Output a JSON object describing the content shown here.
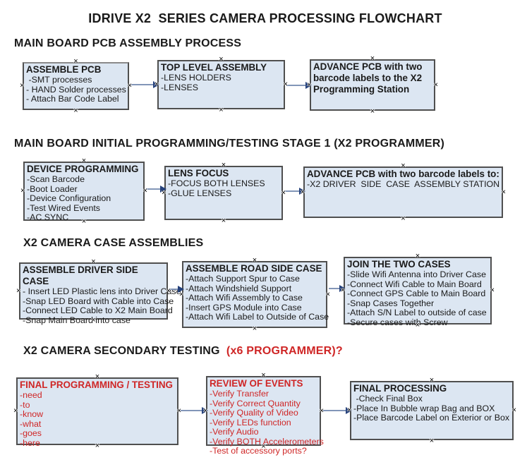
{
  "title": "IDRIVE X2  SERIES CAMERA PROCESSING FLOWCHART",
  "colors": {
    "box_fill": "#dce6f2",
    "box_border": "#4f4f4f",
    "connector_line": "#8296b8",
    "connector_arrowhead": "#26427c",
    "red_text": "#cf2626",
    "black_text": "#1a1a1a"
  },
  "icons": {
    "connection_handle": "×"
  },
  "sections": [
    {
      "header": "MAIN BOARD PCB ASSEMBLY PROCESS",
      "boxes": [
        {
          "title": "ASSEMBLE PCB",
          "items": [
            " -SMT processes",
            "- HAND Solder processes",
            "- Attach Bar Code Label"
          ]
        },
        {
          "title": "TOP LEVEL ASSEMBLY",
          "items": [
            "-LENS HOLDERS",
            "-LENSES"
          ]
        },
        {
          "title": "ADVANCE PCB with two barcode labels to the  X2 Programming Station",
          "items": []
        }
      ]
    },
    {
      "header": "MAIN BOARD INITIAL PROGRAMMING/TESTING STAGE 1 (X2 PROGRAMMER)",
      "boxes": [
        {
          "title": "DEVICE PROGRAMMING",
          "items": [
            "-Scan Barcode",
            "-Boot Loader",
            "-Device Configuration",
            "-Test Wired Events",
            "-AC SYNC"
          ]
        },
        {
          "title": "LENS FOCUS",
          "items": [
            "-FOCUS BOTH LENSES",
            "-GLUE LENSES"
          ]
        },
        {
          "title": "ADVANCE PCB with two barcode labels to:",
          "items": [
            "-X2 DRIVER  SIDE  CASE  ASSEMBLY STATION"
          ]
        }
      ]
    },
    {
      "header": "X2 CAMERA CASE ASSEMBLIES",
      "boxes": [
        {
          "title": "ASSEMBLE DRIVER SIDE CASE",
          "items": [
            "- Insert LED Plastic lens into Driver Case",
            "-Snap LED Board with Cable into Case",
            "-Connect LED Cable to X2 Main Board",
            "-Snap Main Board into case"
          ]
        },
        {
          "title": "ASSEMBLE ROAD SIDE CASE",
          "items": [
            "-Attach Support Spur to Case",
            "-Attach Windshield Support",
            "-Attach Wifi Assembly to Case",
            "-Insert GPS Module into Case",
            "-Attach Wifi Label to Outside of Case"
          ]
        },
        {
          "title": "JOIN THE TWO CASES",
          "items": [
            "-Slide Wifi Antenna into Driver Case",
            "-Connect Wifi Cable to Main Board",
            "-Connect GPS Cable to Main Board",
            "-Snap Cases Together",
            "-Attach S/N Label to outside of case",
            "-Secure cases with Screw"
          ]
        }
      ]
    },
    {
      "header": "X2 CAMERA SECONDARY TESTING ",
      "header_red": " (x6 PROGRAMMER)?",
      "boxes": [
        {
          "title": "FINAL PROGRAMMING / TESTING",
          "items": [
            "-need",
            "-to",
            "-know",
            "-what",
            "-goes",
            "-here"
          ]
        },
        {
          "title": "REVIEW OF EVENTS",
          "items": [
            "-Verify Transfer",
            "-Verify Correct Quantity",
            "-Verify Quality of Video",
            "-Verify LEDs function",
            "-Verify Audio",
            "-Verify BOTH Accelerometers",
            "-Test of accessory ports?"
          ]
        },
        {
          "title": "FINAL PROCESSING",
          "items": [
            " -Check Final Box",
            "-Place In Bubble wrap Bag and BOX",
            "-Place Barcode Label on Exterior or Box"
          ]
        }
      ]
    }
  ]
}
